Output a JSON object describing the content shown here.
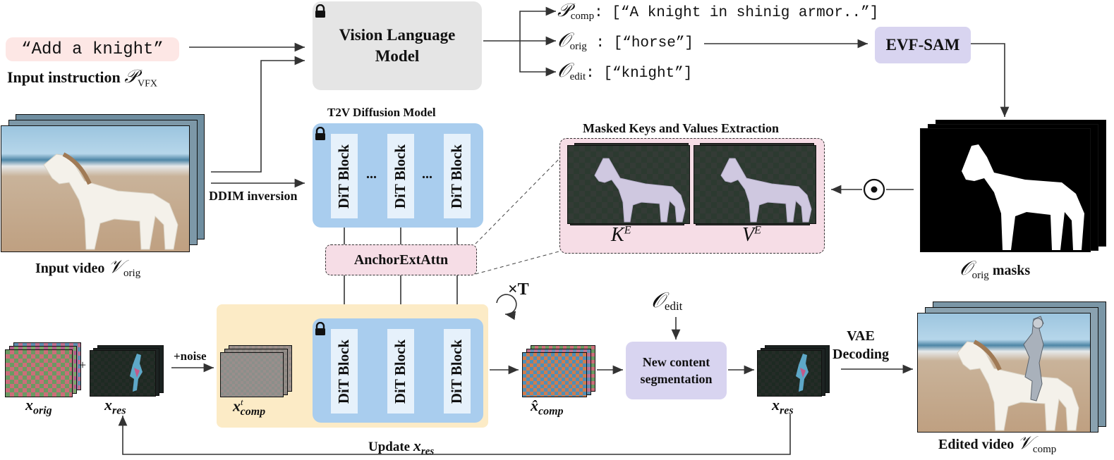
{
  "instruction": {
    "text": "“Add a knight”",
    "label": "Input instruction",
    "label_sym": "𝒫",
    "label_sub": "VFX"
  },
  "vlm": {
    "title": "Vision Language Model"
  },
  "outputs": {
    "p_comp": {
      "sym": "𝒫",
      "sub": "comp",
      "value": ": [“A knight in shinig armor..”]"
    },
    "o_orig": {
      "sym": "𝒪",
      "sub": "orig",
      "value": " : [“horse”]"
    },
    "o_edit": {
      "sym": "𝒪",
      "sub": "edit",
      "value": ": [“knight”]"
    }
  },
  "evf": {
    "label": "EVF-SAM"
  },
  "t2v": {
    "title": "T2V Diffusion Model",
    "block_label": "DiT Block",
    "ellipsis": "..."
  },
  "ddim": {
    "label": "DDIM inversion"
  },
  "anchor": {
    "label": "AnchorExtAttn"
  },
  "masked": {
    "title": "Masked Keys and Values Extraction",
    "key_label": "K",
    "key_sup": "E",
    "value_label": "V",
    "value_sup": "E"
  },
  "masks": {
    "sym": "𝒪",
    "sub": "orig",
    "label": "masks"
  },
  "input_video": {
    "label": "Input video",
    "sym": "𝒱",
    "sub": "orig"
  },
  "loop": {
    "label": "×T"
  },
  "latents": {
    "x_orig": "x",
    "x_orig_sub": "orig",
    "plus": "+",
    "x_res": "x",
    "x_res_sub": "res",
    "noise": "+noise",
    "x_comp": "x",
    "x_comp_sub": "comp",
    "x_comp_sup": "t",
    "x_hat": "x̂",
    "x_hat_sub": "comp"
  },
  "o_edit_top": {
    "sym": "𝒪",
    "sub": "edit"
  },
  "newseg": {
    "label": "New content segmentation"
  },
  "vae": {
    "label": "VAE Decoding"
  },
  "update": {
    "label": "Update",
    "sym": "x",
    "sub": "res"
  },
  "edited_video": {
    "label": "Edited video",
    "sym": "𝒱",
    "sub": "comp"
  },
  "colors": {
    "gray": "#e5e5e5",
    "blue": "#a9cdee",
    "purple": "#d8d4f0",
    "pink": "#f6dde6",
    "orange": "#fcebc6",
    "instr": "#fde7e5"
  }
}
